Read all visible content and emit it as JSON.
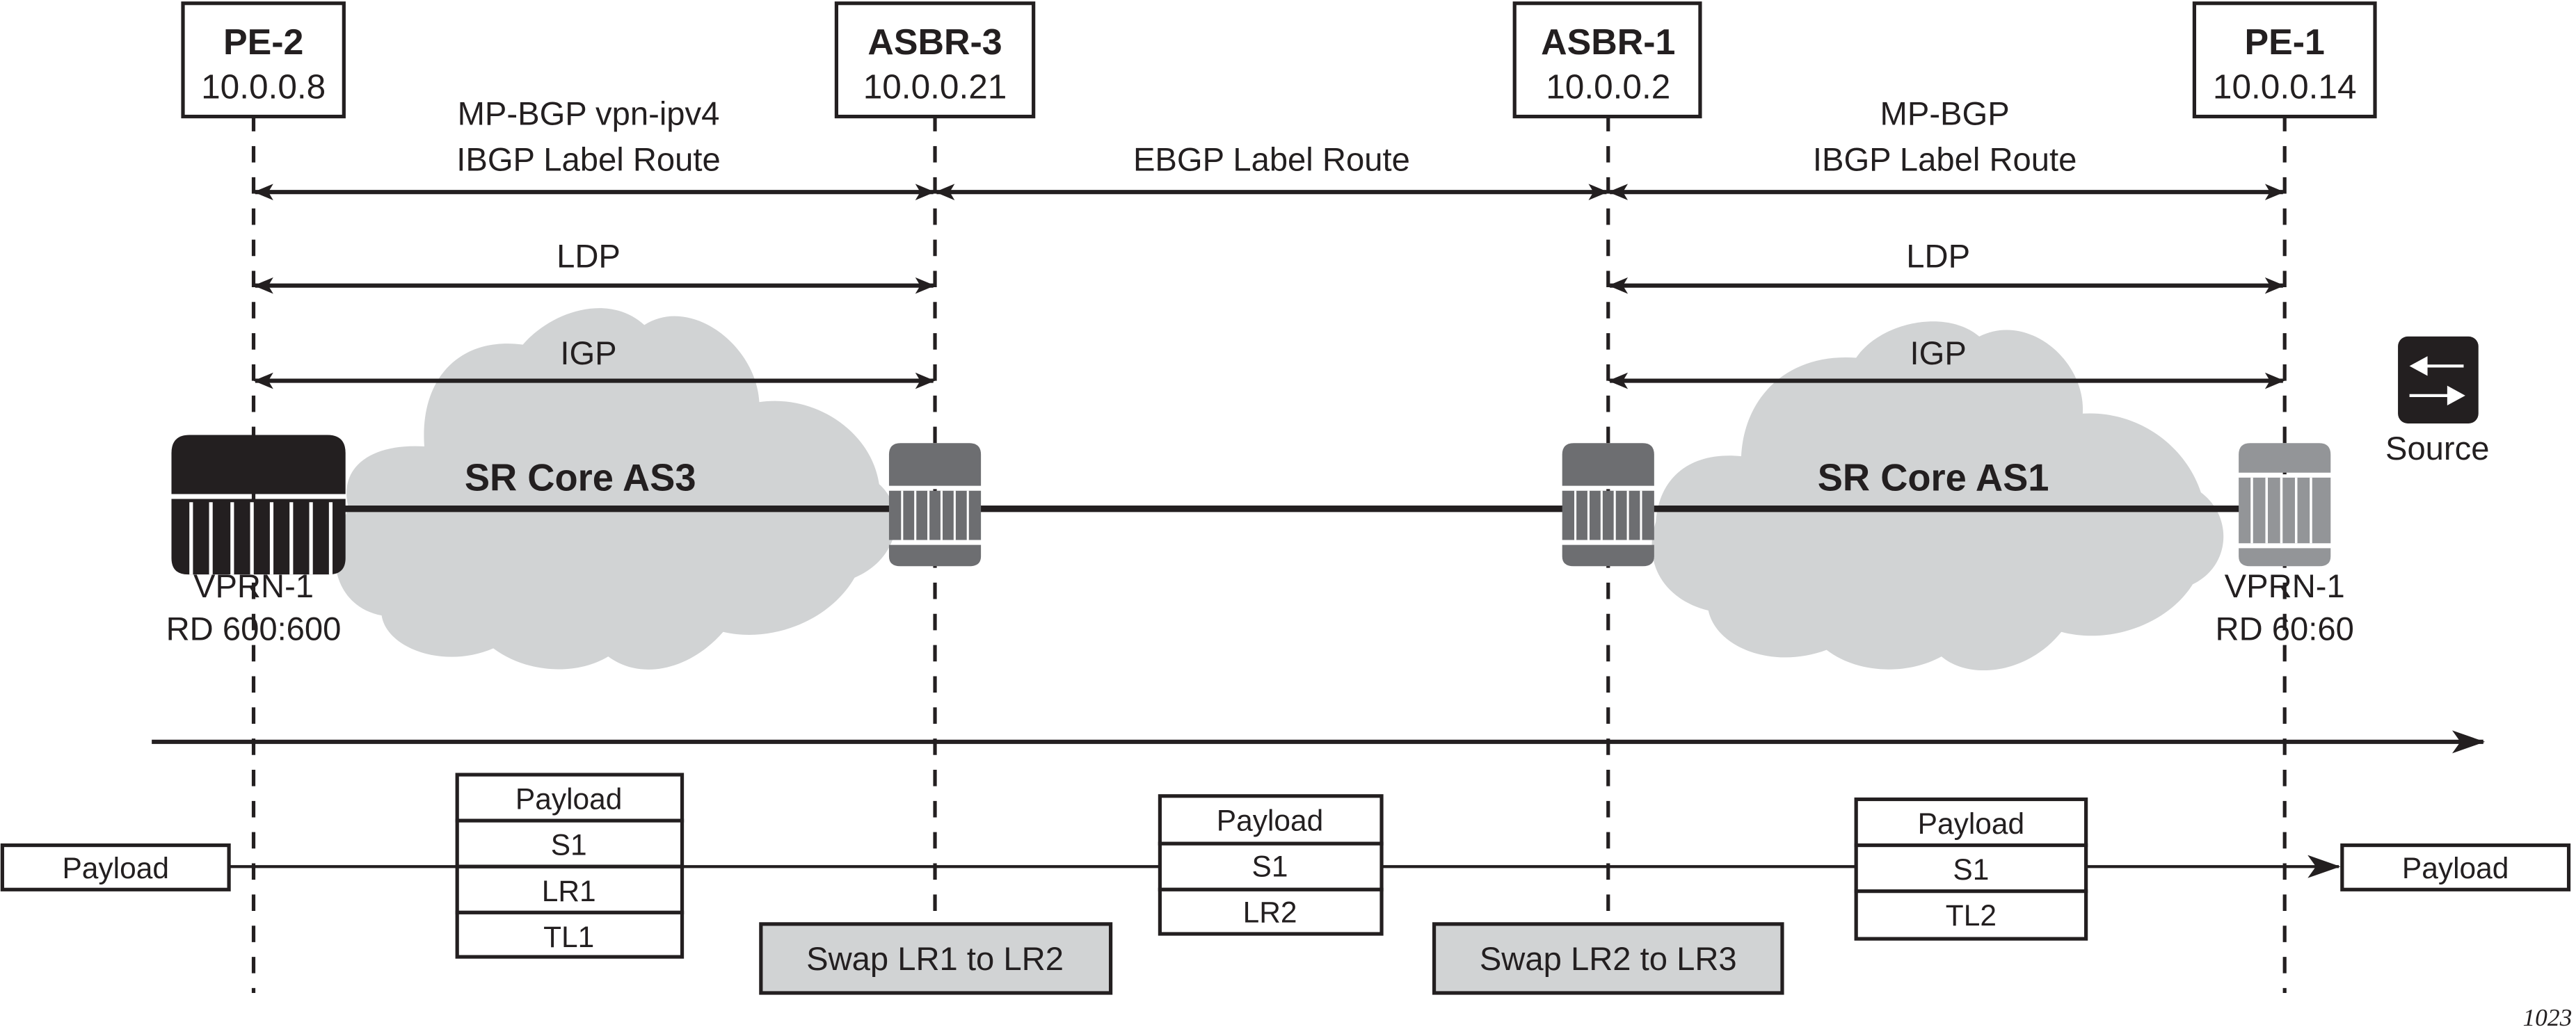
{
  "nodes": {
    "pe2": {
      "name": "PE-2",
      "ip": "10.0.0.8"
    },
    "asbr3": {
      "name": "ASBR-3",
      "ip": "10.0.0.21"
    },
    "asbr1": {
      "name": "ASBR-1",
      "ip": "10.0.0.2"
    },
    "pe1": {
      "name": "PE-1",
      "ip": "10.0.0.14"
    }
  },
  "sessions": {
    "left_bgp_line1": "MP-BGP vpn-ipv4",
    "left_bgp_line2": "IBGP Label Route",
    "middle_bgp": "EBGP Label Route",
    "right_bgp_line1": "MP-BGP",
    "right_bgp_line2": "IBGP Label Route",
    "left_ldp": "LDP",
    "right_ldp": "LDP",
    "left_igp": "IGP",
    "right_igp": "IGP"
  },
  "clouds": {
    "left": "SR Core AS3",
    "right": "SR Core AS1"
  },
  "vprn": {
    "left_name": "VPRN-1",
    "left_rd": "RD 600:600",
    "right_name": "VPRN-1",
    "right_rd": "RD 60:60"
  },
  "legend": {
    "source_label": "Source",
    "source_icon": "bidirectional-arrows-icon"
  },
  "packets": {
    "ingress": "Payload",
    "egress": "Payload",
    "stack1": [
      "Payload",
      "S1",
      "LR1",
      "TL1"
    ],
    "stack2": [
      "Payload",
      "S1",
      "LR2"
    ],
    "stack3": [
      "Payload",
      "S1",
      "TL2"
    ]
  },
  "actions": {
    "swap1": "Swap LR1 to LR2",
    "swap2": "Swap LR2 to LR3"
  },
  "figure_number": "1023",
  "colors": {
    "ink": "#231f20",
    "cloud": "#d1d3d4",
    "pe2_device": "#231f20",
    "asbr_device": "#6d6e71",
    "pe1_device": "#939598"
  }
}
